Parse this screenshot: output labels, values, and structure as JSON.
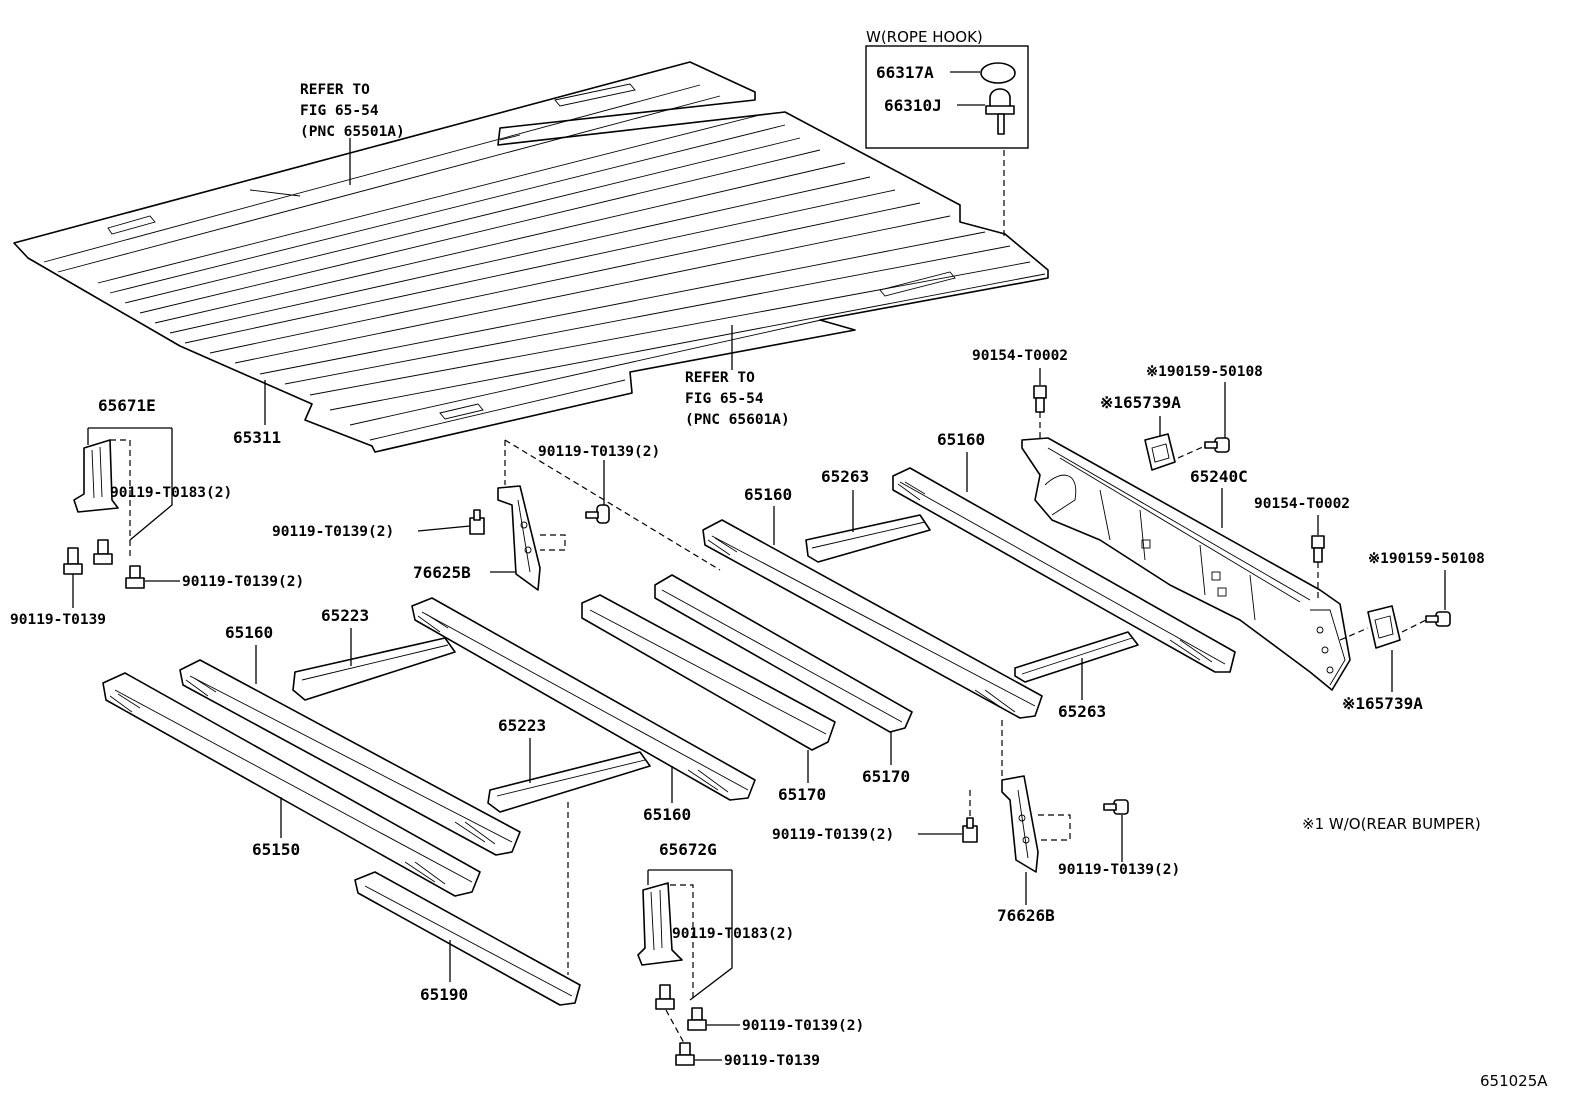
{
  "diagram_id": "651025A",
  "rope_hook_box": {
    "title": "W(ROPE HOOK)",
    "part_a": "66317A",
    "part_b": "66310J"
  },
  "refer_top": {
    "line1": "REFER TO",
    "line2": "FIG 65-54",
    "line3": "(PNC 65501A)"
  },
  "refer_bottom": {
    "line1": "REFER TO",
    "line2": "FIG 65-54",
    "line3": "(PNC 65601A)"
  },
  "note": "※1 W/O(REAR BUMPER)",
  "labels": {
    "floor_panel": "65311",
    "bracket_left": "65671E",
    "bolt_t0183_left": "90119-T0183(2)",
    "bolt_t0139_left_bottom": "90119-T0139",
    "bolt_t0139_left_right": "90119-T0139(2)",
    "bolt_t0139_upper_mid": "90119-T0139(2)",
    "bolt_t0139_mid_left": "90119-T0139(2)",
    "bracket_76625b": "76625B",
    "bolt_t0002_top": "90154-T0002",
    "bolt_50108_top": "※190159-50108",
    "pad_top": "※165739A",
    "crossmember_65240c": "65240C",
    "bolt_t0002_right": "90154-T0002",
    "bolt_50108_right": "※190159-50108",
    "pad_bottom": "※165739A",
    "sill_65160_a": "65160",
    "sill_65160_b": "65160",
    "sill_65160_c": "65160",
    "sill_65160_d": "65160",
    "brace_65263_top": "65263",
    "brace_65263_bottom": "65263",
    "brace_65223_top": "65223",
    "brace_65223_bottom": "65223",
    "sill_65150": "65150",
    "sill_65190": "65190",
    "sill_65170_a": "65170",
    "sill_65170_b": "65170",
    "bracket_65672g": "65672G",
    "bolt_t0183_bottom": "90119-T0183(2)",
    "bolt_t0139_bottom_a": "90119-T0139(2)",
    "bolt_t0139_bottom_b": "90119-T0139",
    "bolt_t0139_right_left": "90119-T0139(2)",
    "bolt_t0139_right_right": "90119-T0139(2)",
    "bracket_76626b": "76626B"
  }
}
